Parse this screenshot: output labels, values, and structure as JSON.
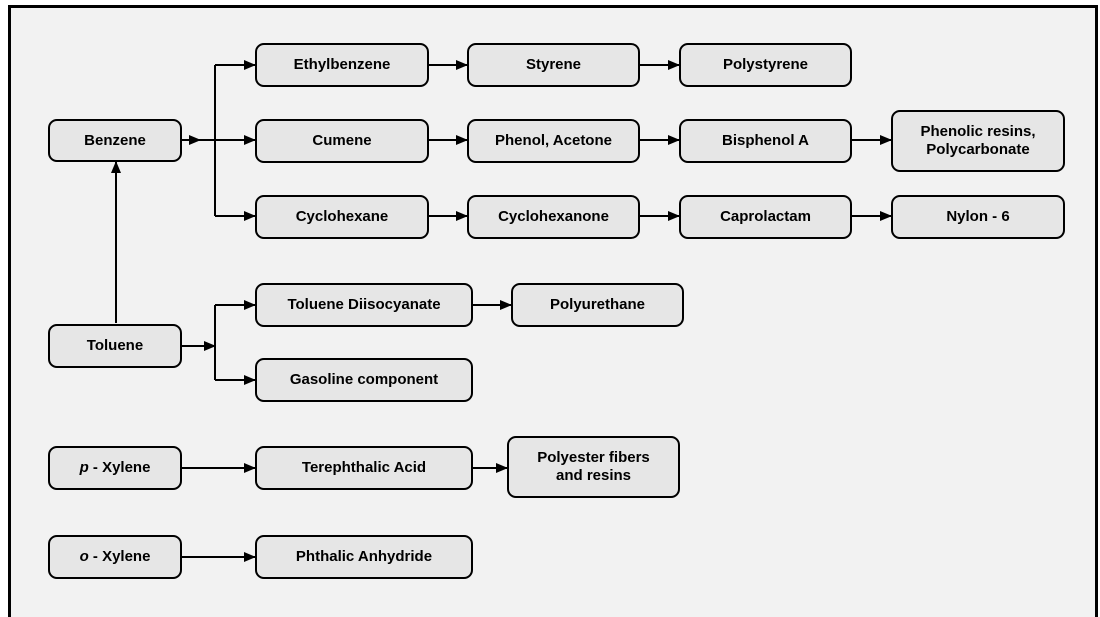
{
  "nodes": {
    "benzene": "Benzene",
    "ethylbenzene": "Ethylbenzene",
    "styrene": "Styrene",
    "polystyrene": "Polystyrene",
    "cumene": "Cumene",
    "phenol_acetone": "Phenol, Acetone",
    "bisphenol_a": "Bisphenol A",
    "phenolic_resins": [
      "Phenolic resins,",
      "Polycarbonate"
    ],
    "cyclohexane": "Cyclohexane",
    "cyclohexanone": "Cyclohexanone",
    "caprolactam": "Caprolactam",
    "nylon6": "Nylon - 6",
    "toluene": "Toluene",
    "toluene_diisocyanate": "Toluene Diisocyanate",
    "polyurethane": "Polyurethane",
    "gasoline_component": "Gasoline component",
    "p_xylene": {
      "prefix": "p",
      "rest": " - Xylene"
    },
    "terephthalic_acid": "Terephthalic Acid",
    "polyester": [
      "Polyester fibers",
      "and resins"
    ],
    "o_xylene": {
      "prefix": "o",
      "rest": " - Xylene"
    },
    "phthalic_anhydride": "Phthalic Anhydride"
  }
}
